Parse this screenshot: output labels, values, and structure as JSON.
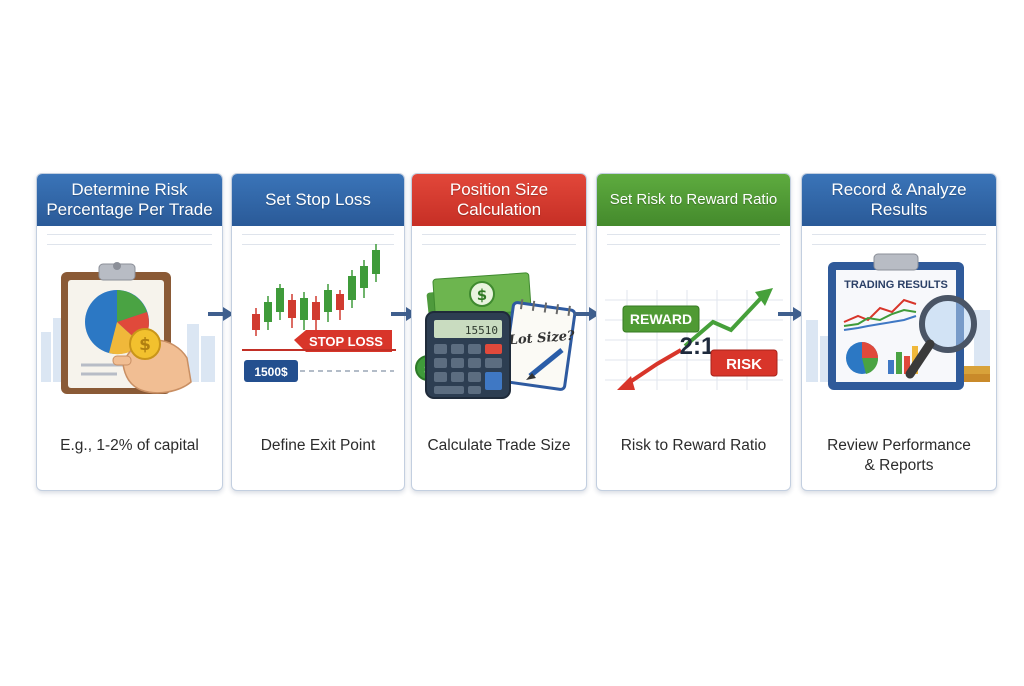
{
  "colors": {
    "blue": "#2f66a8",
    "red": "#d8352a",
    "green": "#4f9a34",
    "arrow": "#3f5f8e"
  },
  "steps": [
    {
      "title": "Determine Risk\nPercentage Per Trade",
      "caption": "E.g., 1-2% of capital",
      "header_color": "blue",
      "icon": "clipboard-pie-chart-coin-icon"
    },
    {
      "title": "Set Stop Loss",
      "caption": "Define Exit Point",
      "header_color": "blue",
      "icon": "candlestick-stop-loss-icon",
      "art": {
        "stop_label": "STOP LOSS",
        "price_label": "1500$"
      }
    },
    {
      "title": "Position Size\nCalculation",
      "caption": "Calculate Trade Size",
      "header_color": "red",
      "icon": "calculator-money-notepad-icon",
      "art": {
        "calc_display": "15510",
        "note_text": "Lot Size?"
      }
    },
    {
      "title": "Set Risk to Reward Ratio",
      "caption": "Risk to Reward Ratio",
      "header_color": "green",
      "icon": "risk-reward-arrows-icon",
      "art": {
        "reward_label": "REWARD",
        "ratio_label": "2:1",
        "risk_label": "RISK"
      }
    },
    {
      "title": "Record & Analyze\nResults",
      "caption": "Review Performance\n& Reports",
      "header_color": "blue",
      "icon": "trading-results-report-magnifier-icon",
      "art": {
        "report_title": "TRADING RESULTS"
      }
    }
  ]
}
